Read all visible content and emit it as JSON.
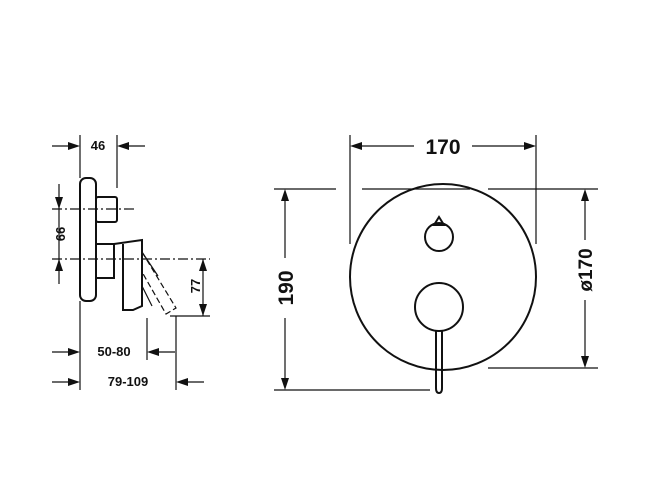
{
  "dimensions": {
    "side_depth": "46",
    "side_height_66": "66",
    "side_height_77": "77",
    "side_wall_range": "50-80",
    "side_total_range": "79-109",
    "front_width": "170",
    "front_height": "190",
    "front_diameter": "ø170"
  }
}
